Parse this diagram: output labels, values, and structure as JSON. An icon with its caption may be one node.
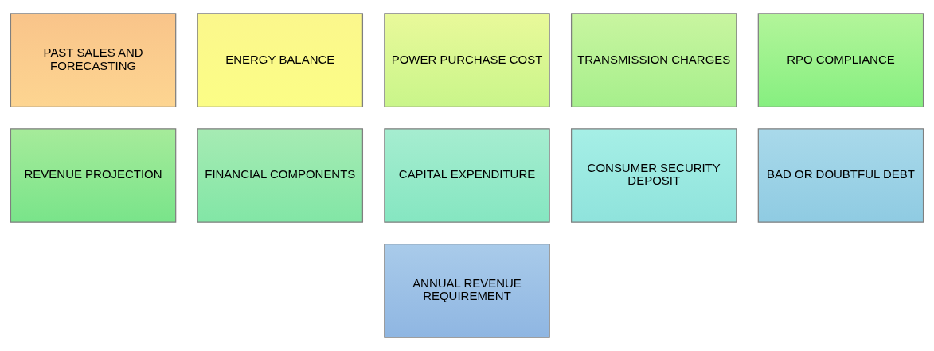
{
  "diagram": {
    "nodes": [
      {
        "text": [
          "PAST SALES AND FORECASTING"
        ]
      },
      {
        "text": [
          "ENERGY BALANCE"
        ]
      },
      {
        "text": [
          "POWER PURCHASE COST"
        ]
      },
      {
        "text": [
          "TRANSMISSION CHARGES"
        ]
      },
      {
        "text": [
          "RPO COMPLIANCE"
        ]
      },
      {
        "text": [
          "REVENUE PROJECTION"
        ]
      },
      {
        "text": [
          "FINANCIAL COMPONENTS"
        ]
      },
      {
        "text": [
          "CAPITAL EXPENDITURE"
        ]
      },
      {
        "text": [
          "CONSUMER SECURITY DEPOSIT"
        ]
      },
      {
        "text": [
          "BAD OR DOUBTFUL DEBT"
        ]
      },
      {
        "text": [
          "ANNUAL REVENUE REQUIREMENT"
        ]
      }
    ],
    "edges": []
  }
}
